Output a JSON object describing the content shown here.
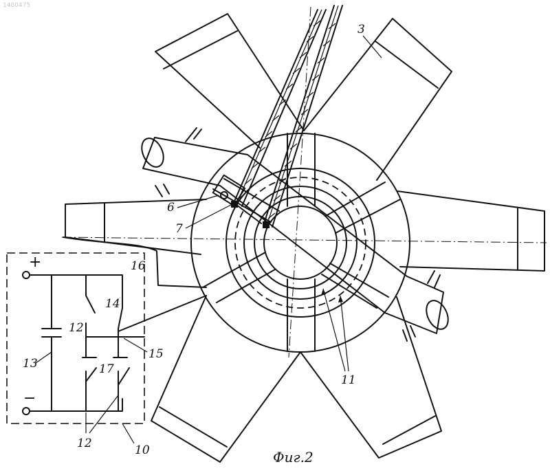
{
  "watermark": "1480475",
  "caption": "Фиг.2",
  "labels": {
    "l3": "3",
    "l6": "6",
    "l7": "7",
    "l10": "10",
    "l11": "11",
    "l12a": "12",
    "l12b": "12",
    "l13": "13",
    "l14": "14",
    "l15": "15",
    "l16": "16",
    "l17": "17"
  },
  "terminals": {
    "plus": "+",
    "minus": "−"
  }
}
